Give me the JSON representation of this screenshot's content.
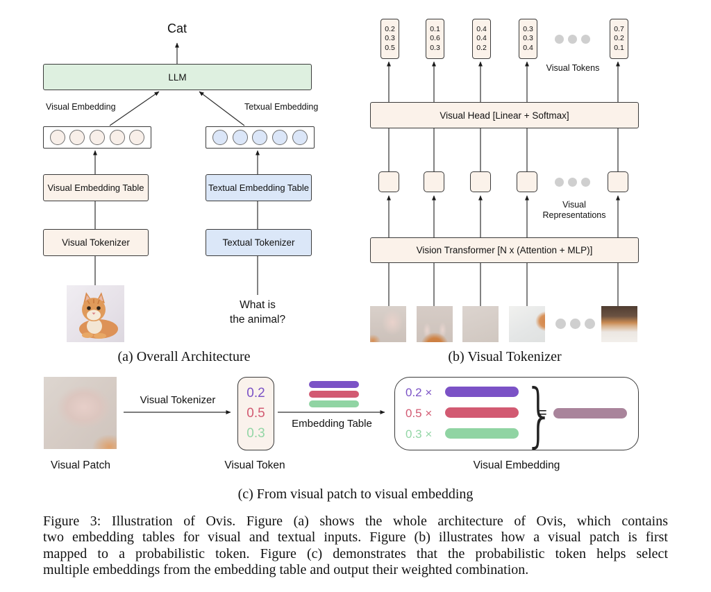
{
  "colors": {
    "llm_green": "#def0e0",
    "visual_cream": "#fbf2ea",
    "textual_blue": "#dbe7f8",
    "purple": "#7b52c6",
    "red": "#d25a72",
    "green": "#90d4a3",
    "result_mauve": "#a9849b",
    "ellipsis_gray": "#cfcfcf"
  },
  "panel_a": {
    "caption": "(a) Overall Architecture",
    "output_label": "Cat",
    "llm": "LLM",
    "visual_embedding_label": "Visual Embedding",
    "textual_embedding_label": "Tetxual Embedding",
    "visual_embedding_table": "Visual Embedding Table",
    "textual_embedding_table": "Textual Embedding Table",
    "visual_tokenizer": "Visual Tokenizer",
    "textual_tokenizer": "Textual Tokenizer",
    "question_line1": "What is",
    "question_line2": "the animal?"
  },
  "panel_b": {
    "caption": "(b) Visual Tokenizer",
    "visual_tokens_label": "Visual Tokens",
    "tokens": [
      [
        "0.2",
        "0.3",
        "0.5"
      ],
      [
        "0.1",
        "0.6",
        "0.3"
      ],
      [
        "0.4",
        "0.4",
        "0.2"
      ],
      [
        "0.3",
        "0.3",
        "0.4"
      ],
      [
        "0.7",
        "0.2",
        "0.1"
      ]
    ],
    "visual_head": "Visual Head [Linear + Softmax]",
    "visual_representations_label": "Visual Representations",
    "vision_transformer": "Vision Transformer [N x (Attention + MLP)]"
  },
  "panel_c": {
    "caption": "(c) From visual patch to visual embedding",
    "visual_patch_label": "Visual Patch",
    "arrow1_label": "Visual Tokenizer",
    "visual_token_label": "Visual Token",
    "token_values": [
      "0.2",
      "0.5",
      "0.3"
    ],
    "arrow2_label": "Embedding Table",
    "coefficients": [
      "0.2 ×",
      "0.5 ×",
      "0.3 ×"
    ],
    "equals": "=",
    "visual_embedding_label": "Visual Embedding"
  },
  "figure_caption": {
    "lines": [
      "Figure 3: Illustration of Ovis. Figure (a) shows the whole architecture of Ovis, which contains",
      "two embedding tables for visual and textual inputs. Figure (b) illustrates how a visual patch is first",
      "mapped to a probabilistic token. Figure (c) demonstrates that the probabilistic token helps select",
      "multiple embeddings from the embedding table and output their weighted combination."
    ]
  }
}
